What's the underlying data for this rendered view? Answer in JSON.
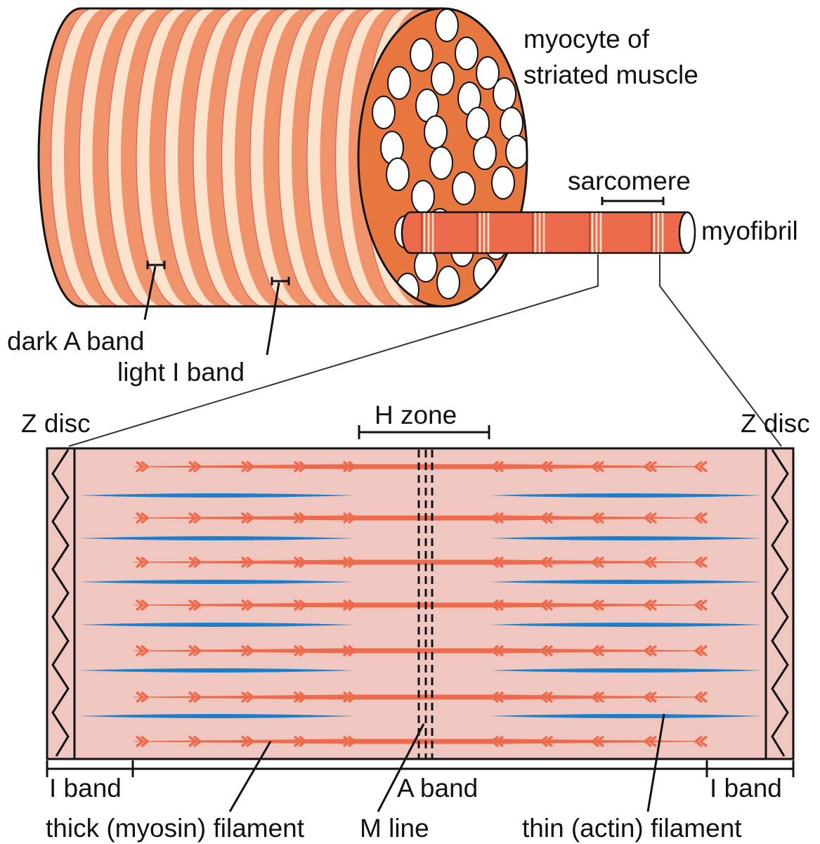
{
  "labels": {
    "myocyte_line1": "myocyte of",
    "myocyte_line2": "striated muscle",
    "sarcomere": "sarcomere",
    "myofibril": "myofibril",
    "dark_a_band": "dark A band",
    "light_i_band": "light I band",
    "z_disc_left": "Z disc",
    "z_disc_right": "Z disc",
    "h_zone": "H zone",
    "i_band_left": "I band",
    "a_band": "A band",
    "i_band_right": "I band",
    "thick_filament": "thick (myosin) filament",
    "m_line": "M line",
    "thin_filament": "thin (actin) filament"
  },
  "colors": {
    "stripe_dark": "#F0936A",
    "stripe_light": "#FDE3CC",
    "myofibril": "#EE6A4C",
    "cross_section_fill": "#E8763F",
    "sarcomere_bg": "#EFC7C0",
    "thin_filament": "#1C7FC9",
    "thick_filament": "#EE6A4C",
    "outline": "#111111"
  }
}
